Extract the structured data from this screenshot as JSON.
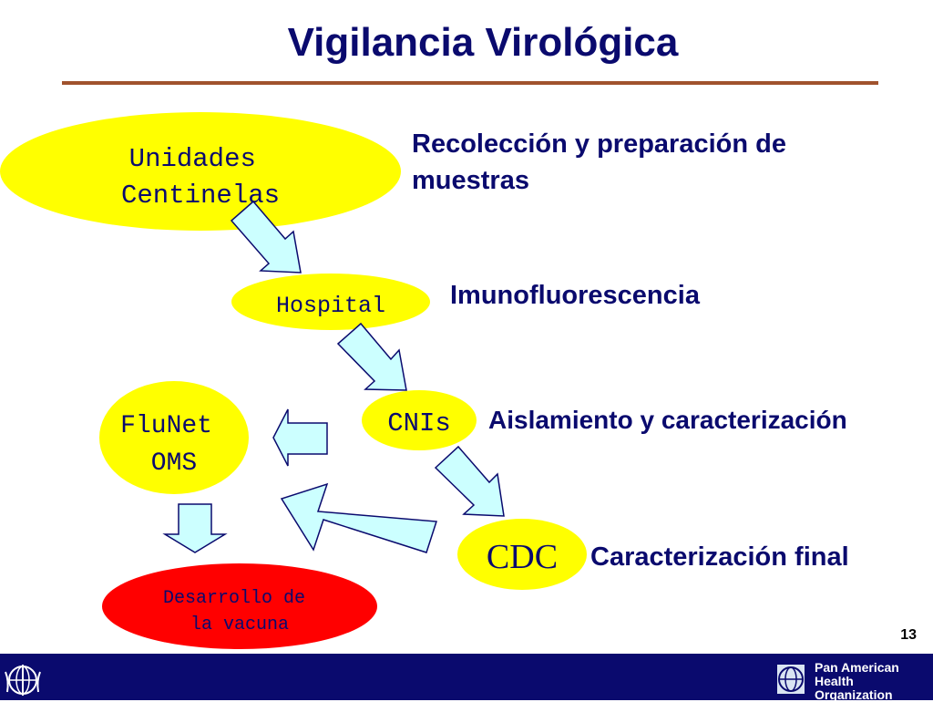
{
  "title": "Vigilancia Virológica",
  "nodes": {
    "unidades": [
      "Unidades",
      "Centinelas"
    ],
    "hospital": "Hospital",
    "cnis": "CNIs",
    "cdc": "CDC",
    "flunet": [
      "FluNet",
      "OMS"
    ],
    "vacuna": [
      "Desarrollo de",
      "la vacuna"
    ]
  },
  "descriptions": {
    "recoleccion": [
      "Recolección y preparación de",
      "muestras"
    ],
    "imunofluorescencia": "Imunofluorescencia",
    "aislamiento": "Aislamiento y caracterización",
    "caracterizacion": "Caracterización final"
  },
  "page_number": "13",
  "footer": {
    "org_lines": [
      "Pan American",
      "Health",
      "Organization"
    ]
  },
  "colors": {
    "title": "#0a0a6e",
    "node_yellow": "#ffff00",
    "node_red": "#ff0000",
    "arrow_fill": "#ccffff",
    "footer": "#0a0a6e",
    "title_rule": "#a0522d"
  }
}
